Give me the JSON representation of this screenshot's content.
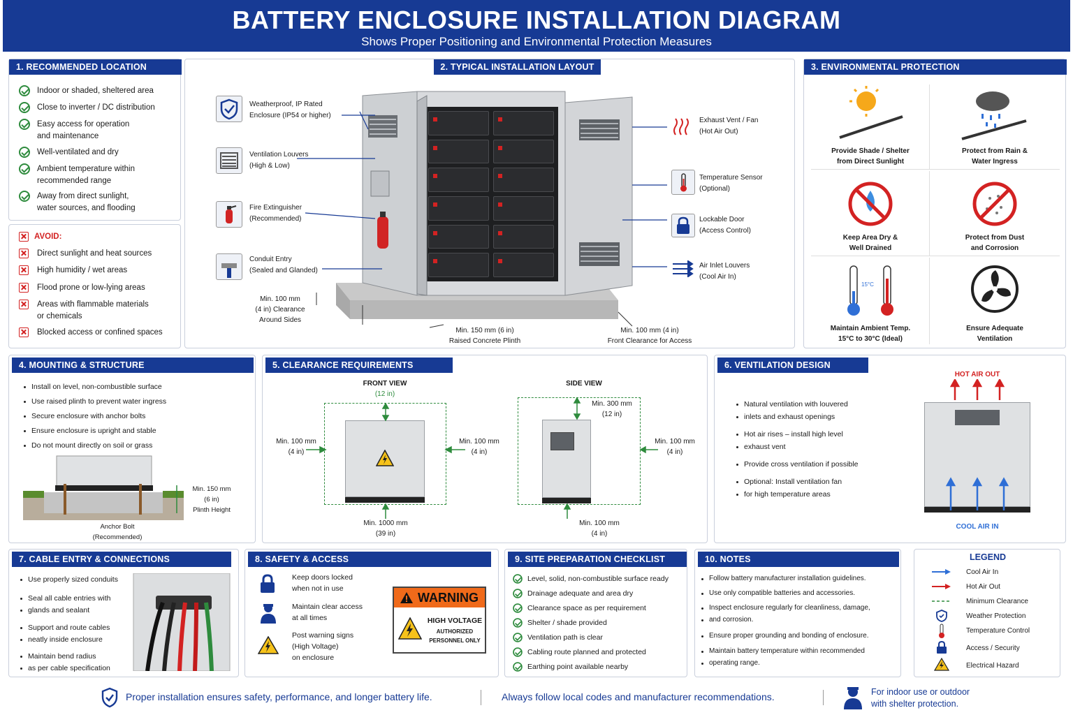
{
  "header": {
    "title": "BATTERY ENCLOSURE INSTALLATION DIAGRAM",
    "subtitle": "Shows Proper Positioning and Environmental Protection Measures"
  },
  "sec1": {
    "title": "1. RECOMMENDED LOCATION",
    "items": [
      "Indoor or shaded, sheltered area",
      "Close to inverter / DC distribution",
      "Easy access for operation",
      "and maintenance",
      "Well-ventilated and dry",
      "Ambient temperature within",
      "recommended range",
      "Away from direct sunlight,",
      "water sources, and flooding"
    ],
    "avoid_title": "AVOID:",
    "avoid": [
      "Direct sunlight and heat sources",
      "High humidity / wet areas",
      "Flood prone or low-lying areas",
      "Areas with flammable materials",
      "or chemicals",
      "Blocked access or confined spaces"
    ]
  },
  "sec2": {
    "title": "2. TYPICAL INSTALLATION LAYOUT",
    "left": [
      [
        "Weatherproof, IP Rated",
        "Enclosure (IP54 or higher)"
      ],
      [
        "Ventilation Louvers",
        "(High & Low)"
      ],
      [
        "Fire Extinguisher",
        "(Recommended)"
      ],
      [
        "Conduit Entry",
        "(Sealed and Glanded)"
      ]
    ],
    "right": [
      [
        "Exhaust Vent / Fan",
        "(Hot Air Out)"
      ],
      [
        "Temperature Sensor",
        "(Optional)"
      ],
      [
        "Lockable Door",
        "(Access Control)"
      ],
      [
        "Air Inlet Louvers",
        "(Cool Air In)"
      ]
    ],
    "clear_side": [
      "Min. 100 mm",
      "(4 in) Clearance",
      "Around Sides"
    ],
    "plinth": [
      "Min. 150 mm (6 in)",
      "Raised Concrete Plinth"
    ],
    "front": [
      "Min. 100 mm (4 in)",
      "Front Clearance for Access"
    ]
  },
  "sec3": {
    "title": "3. ENVIRONMENTAL PROTECTION",
    "cells": [
      [
        "Provide Shade / Shelter",
        "from Direct Sunlight"
      ],
      [
        "Protect from Rain &",
        "Water Ingress"
      ],
      [
        "Keep Area Dry &",
        "Well Drained"
      ],
      [
        "Protect from Dust",
        "and Corrosion"
      ],
      [
        "Maintain Ambient Temp.",
        "15°C to 30°C (Ideal)"
      ],
      [
        "Ensure Adequate",
        "Ventilation"
      ]
    ],
    "therm": "15°C"
  },
  "sec4": {
    "title": "4. MOUNTING & STRUCTURE",
    "items": [
      "Install on level, non-combustible surface",
      "Use raised plinth to prevent water ingress",
      "Secure enclosure with anchor bolts",
      "Ensure enclosure is upright and stable",
      "Do not mount directly on soil or grass"
    ],
    "plinth": [
      "Min. 150 mm",
      "(6 in)",
      "Plinth Height"
    ],
    "anchor": [
      "Anchor Bolt",
      "(Recommended)"
    ]
  },
  "sec5": {
    "title": "5. CLEARANCE REQUIREMENTS (MINIMUM)",
    "front_view": "FRONT VIEW",
    "top_front": "(12 in)",
    "side_view": "SIDE VIEW",
    "fl": [
      "Min. 100 mm",
      "(4 in)"
    ],
    "fr": [
      "Min. 100 mm",
      "(4 in)"
    ],
    "fb": [
      "Min. 1000 mm",
      "(39 in)"
    ],
    "st": [
      "Min. 300 mm",
      "(12 in)"
    ],
    "sr": [
      "Min. 100 mm",
      "(4 in)"
    ],
    "sb": [
      "Min. 100 mm",
      "(4 in)"
    ]
  },
  "sec6": {
    "title": "6. VENTILATION DESIGN",
    "items": [
      "Natural ventilation with louvered",
      "inlets and exhaust openings",
      "Hot air rises – install high level",
      "exhaust vent",
      "Provide cross ventilation if possible",
      "Optional: Install ventilation fan",
      "for high temperature areas"
    ],
    "hot": "HOT AIR OUT",
    "cool": "COOL AIR IN"
  },
  "sec7": {
    "title": "7. CABLE ENTRY & CONNECTIONS",
    "items": [
      "Use properly sized conduits",
      "Seal all cable entries with",
      "glands and sealant",
      "Support and route cables",
      "neatly inside enclosure",
      "Maintain bend radius",
      "as per cable specification"
    ]
  },
  "sec8": {
    "title": "8. SAFETY & ACCESS",
    "items": [
      "Keep doors locked",
      "when not in use",
      "Maintain clear access",
      "at all times",
      "Post warning signs",
      "(High Voltage)",
      "on enclosure"
    ],
    "warn": "WARNING",
    "hv": "HIGH VOLTAGE",
    "auth": "AUTHORIZED",
    "pers": "PERSONNEL ONLY"
  },
  "sec9": {
    "title": "9. SITE PREPARATION CHECKLIST",
    "items": [
      "Level, solid, non-combustible surface ready",
      "Drainage adequate and area dry",
      "Clearance space as per requirement",
      "Shelter / shade provided",
      "Ventilation path is clear",
      "Cabling route planned and protected",
      "Earthing point available nearby"
    ]
  },
  "sec10": {
    "title": "10. NOTES",
    "items": [
      "Follow battery manufacturer installation guidelines.",
      "Use only compatible batteries and accessories.",
      "Inspect enclosure regularly for cleanliness, damage,",
      "and corrosion.",
      "Ensure proper grounding and bonding of enclosure.",
      "Maintain battery temperature within recommended",
      "operating range."
    ]
  },
  "legend": {
    "title": "LEGEND",
    "items": [
      "Cool Air In",
      "Hot Air Out",
      "Minimum Clearance",
      "Weather Protection",
      "Temperature Control",
      "Access / Security",
      "Electrical Hazard"
    ]
  },
  "footer": {
    "a": "Proper installation ensures safety, performance, and longer battery life.",
    "b": "Always follow local codes and manufacturer recommendations.",
    "c1": "For indoor use or outdoor",
    "c2": "with shelter protection."
  },
  "colors": {
    "primary": "#173a94",
    "green": "#2e8b3d",
    "red": "#d32222",
    "warn": "#f06a1a"
  }
}
